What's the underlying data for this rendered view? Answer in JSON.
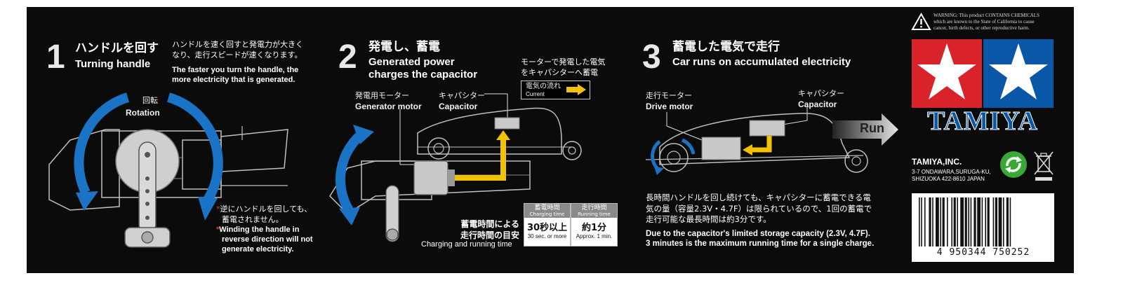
{
  "step1": {
    "number": "1",
    "title_jp": "ハンドルを回す",
    "title_en": "Turning handle",
    "desc_jp": [
      "ハンドルを速く回すと発電力が大きく",
      "なり、走行スピードが速くなります。"
    ],
    "desc_en": [
      "The faster you turn the handle, the",
      "more electricity that is generated."
    ],
    "rotation_jp": "回転",
    "rotation_en": "Rotation",
    "note_jp": [
      "逆にハンドルを回しても、",
      "蓄電されません。"
    ],
    "note_en": [
      "Winding the handle in",
      "reverse direction will not",
      "generate electricity."
    ],
    "note_mark": "*"
  },
  "step2": {
    "number": "2",
    "title_jp": "発電し、蓄電",
    "title_en": [
      "Generated power",
      "charges the capacitor"
    ],
    "motor_jp": "発電用モーター",
    "motor_en": "Generator motor",
    "capacitor_jp": "キャパシター",
    "capacitor_en": "Capacitor",
    "flow_desc_jp": [
      "モーターで発電した電気",
      "をキャパシターへ蓄電"
    ],
    "current_jp": "電気の流れ",
    "current_en": "Current",
    "table_caption_jp": [
      "蓄電時間による",
      "走行時間の目安"
    ],
    "table_caption_en": "Charging and running time",
    "charging": {
      "head_jp": "蓄電時間",
      "head_en": "Charging time",
      "value": "30秒以上",
      "sub": "30 sec. or more"
    },
    "running": {
      "head_jp": "走行時間",
      "head_en": "Running time",
      "value": "約1分",
      "sub": "Approx. 1 min."
    }
  },
  "step3": {
    "number": "3",
    "title_jp": "蓄電した電気で走行",
    "title_en": "Car runs on accumulated electricity",
    "motor_jp": "走行モーター",
    "motor_en": "Drive motor",
    "capacitor_jp": "キャパシター",
    "capacitor_en": "Capacitor",
    "run_label": "Run",
    "body_jp": [
      "長時間ハンドルを回し続けても、キャパシターに蓄電できる電",
      "気の量（容量2.3V・4.7F）は限られているので、1回の蓄電で",
      "走行可能な最長時間は約3分です。"
    ],
    "body_en": [
      "Due to the capacitor's limited storage capacity (2.3V, 4.7F).",
      "3 minutes is the maximum running time for a single charge."
    ]
  },
  "brand": {
    "warning": [
      "WARNING: This product CONTAINS CHEMICALS",
      "which are known to the State of California to cause",
      "cancer, birth defects, or other reproductive harm."
    ],
    "logo_text": "TAMIYA",
    "company": "TAMIYA,INC.",
    "address": [
      "3-7 ONDAWARA,SURUGA-KU,",
      "SHIZUOKA  422-8610 JAPAN"
    ],
    "barcode_number": "4 950344 750252"
  },
  "colors": {
    "blue": "#1a73c4",
    "yellow": "#f2c100",
    "red": "#e5392f",
    "logo_blue": "#0a57a8",
    "logo_red": "#d9222a",
    "recycle_green": "#39a935"
  }
}
